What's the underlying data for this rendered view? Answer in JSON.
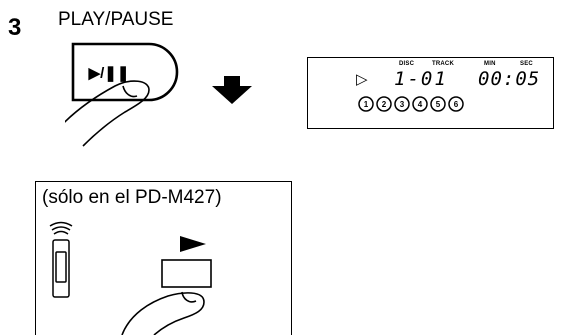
{
  "step": {
    "number": "3"
  },
  "main_unit": {
    "caption": "PLAY/PAUSE",
    "button_label": "▶/❚❚"
  },
  "display": {
    "labels": {
      "disc": "DISC",
      "track": "TRACK",
      "min": "MIN",
      "sec": "SEC"
    },
    "play_symbol": "▷",
    "disc_track_readout": "1-01",
    "time_readout": "00:05",
    "disc_indicators": [
      "1",
      "2",
      "3",
      "4",
      "5",
      "6"
    ]
  },
  "remote": {
    "caption": "(sólo en el PD-M427)",
    "button_label": "▶"
  }
}
